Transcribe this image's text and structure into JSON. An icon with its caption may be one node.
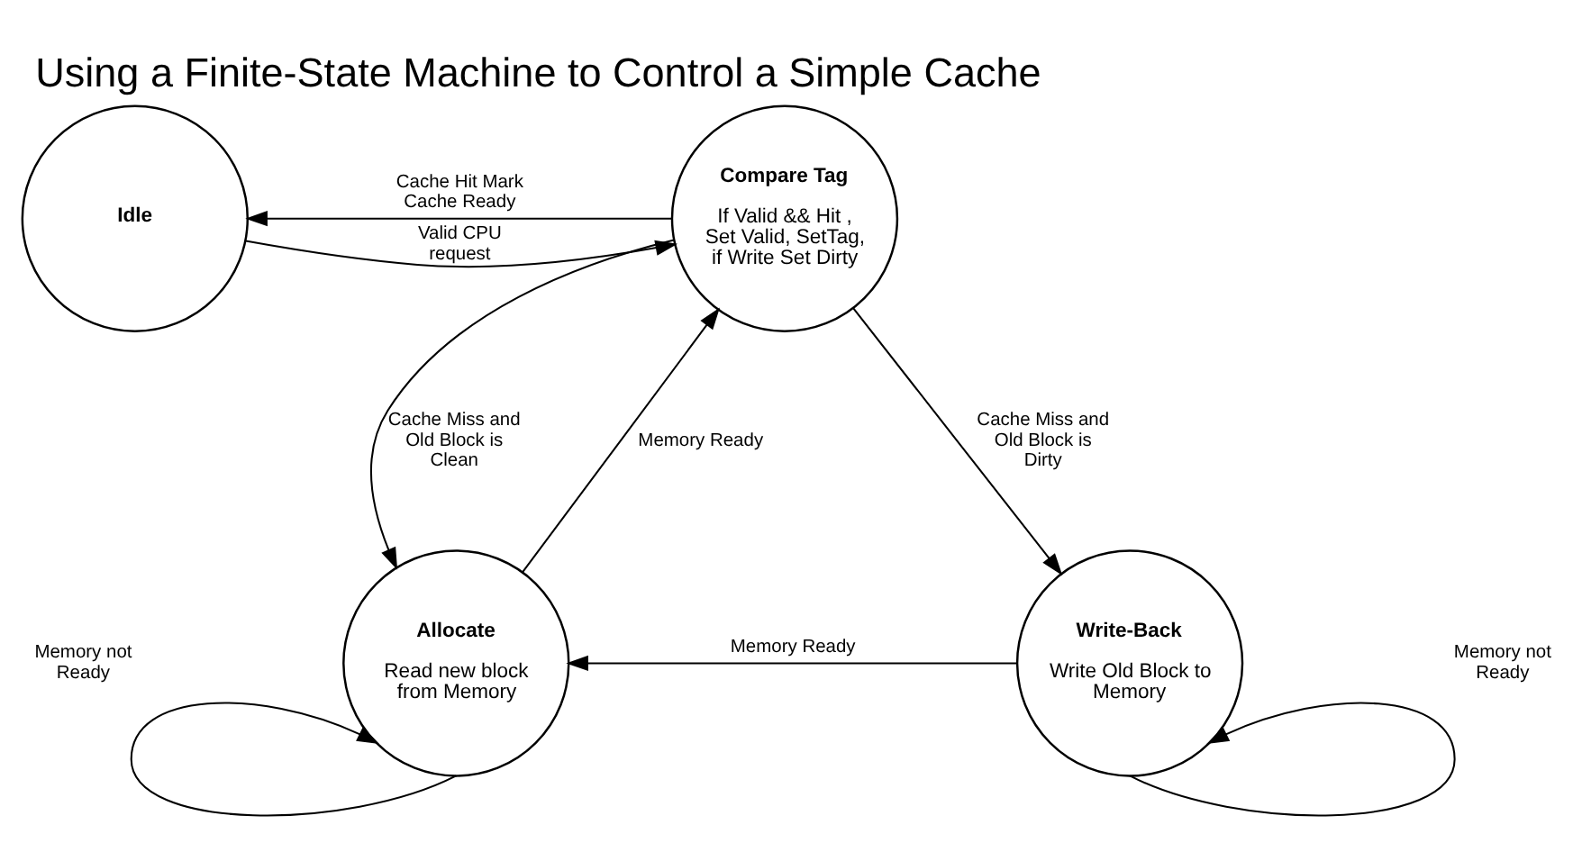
{
  "diagram": {
    "title": "Using a Finite-State Machine to Control a Simple Cache",
    "nodes": [
      {
        "text": [
          "Idle"
        ]
      },
      {
        "text": [
          "Compare Tag",
          "If Valid && Hit , Set Valid, SetTag, if Write Set Dirty"
        ]
      },
      {
        "text": [
          "Allocate",
          "Read new block from Memory"
        ]
      },
      {
        "text": [
          "Write-Back",
          "Write Old Block to Memory"
        ]
      }
    ],
    "edges": [
      {
        "from": 1,
        "to": 0,
        "arrow": "to",
        "label": "Cache Hit Mark Cache Ready"
      },
      {
        "from": 0,
        "to": 1,
        "arrow": "to",
        "label": "Valid CPU request"
      },
      {
        "from": 1,
        "to": 2,
        "arrow": "to",
        "label": "Cache Miss and Old Block is Clean"
      },
      {
        "from": 2,
        "to": 1,
        "arrow": "to",
        "label": "Memory Ready"
      },
      {
        "from": 1,
        "to": 3,
        "arrow": "to",
        "label": "Cache Miss and Old Block is Dirty"
      },
      {
        "from": 3,
        "to": 2,
        "arrow": "to",
        "label": "Memory Ready"
      },
      {
        "from": 2,
        "to": 2,
        "arrow": "to",
        "label": "Memory not Ready"
      },
      {
        "from": 3,
        "to": 3,
        "arrow": "to",
        "label": "Memory not Ready"
      }
    ]
  }
}
